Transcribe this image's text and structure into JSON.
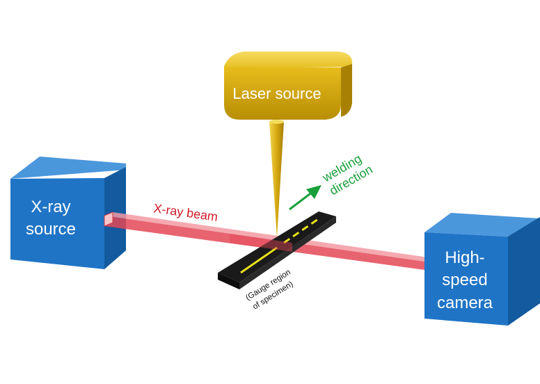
{
  "diagram": {
    "laser_label": "Laser source",
    "xray_source_label": [
      "X-ray",
      "source"
    ],
    "camera_label": [
      "High-",
      "speed",
      "camera"
    ],
    "beam_label": "X-ray beam",
    "direction_label": [
      "welding",
      "direction"
    ],
    "gauge_label": [
      "(Gauge region",
      "of specimen)"
    ]
  },
  "colors": {
    "cube_front": "#1e73c8",
    "cube_top": "#4a97dd",
    "cube_side": "#155ea8",
    "laser_box": "#d9ad10",
    "laser_box_top": "#f2cf3c",
    "beam": "#e8525f",
    "beam_label": "#d11a2a",
    "arrow": "#17a03a",
    "specimen": "#111111",
    "weld_line": "#e8e11c"
  }
}
